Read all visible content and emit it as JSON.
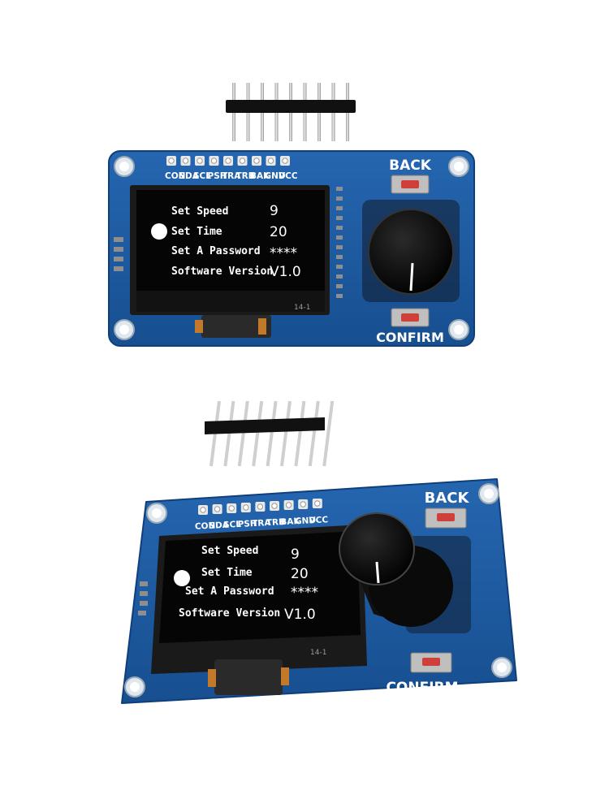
{
  "silkscreen": {
    "pin_labels": [
      "CON",
      "SDA",
      "SCL",
      "PSH",
      "TRA",
      "TRB",
      "BAK",
      "GND",
      "VCC"
    ],
    "back_label": "BACK",
    "confirm_label": "CONFIRM",
    "panel_code": "14-1"
  },
  "oled_menu": {
    "items": [
      {
        "label": "Set Speed",
        "value": "9"
      },
      {
        "label": "Set Time",
        "value": "20"
      },
      {
        "label": "Set A Password",
        "value": "****"
      },
      {
        "label": "Software Version",
        "value": "V1.0"
      }
    ],
    "selected_index": 1
  },
  "colors": {
    "pcb": "#1d5aa0",
    "pcb_dark": "#123f78",
    "screen": "#050505",
    "text": "#ffffff",
    "knob": "#0b0b0b"
  }
}
